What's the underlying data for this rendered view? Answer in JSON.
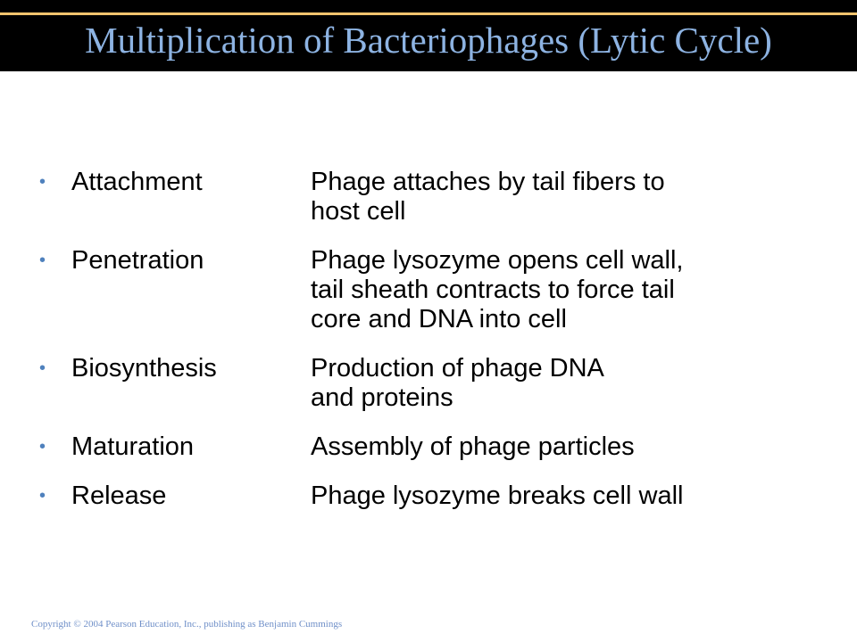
{
  "title": "Multiplication of Bacteriophages (Lytic Cycle)",
  "bullet_char": "•",
  "steps": [
    {
      "term": "Attachment",
      "lines": [
        "Phage attaches by tail fibers to",
        "host cell"
      ]
    },
    {
      "term": "Penetration",
      "lines": [
        "Phage lysozyme opens cell wall,",
        "tail sheath contracts to force tail",
        "core and DNA into cell"
      ]
    },
    {
      "term": "Biosynthesis",
      "lines": [
        "Production of phage DNA",
        "and proteins"
      ]
    },
    {
      "term": "Maturation",
      "lines": [
        "Assembly of phage particles"
      ]
    },
    {
      "term": "Release",
      "lines": [
        "Phage lysozyme breaks cell wall"
      ]
    }
  ],
  "copyright": "Copyright © 2004 Pearson Education, Inc., publishing as Benjamin Cummings",
  "colors": {
    "title_bar": "#000000",
    "title_rule": "#f2c46e",
    "title_text": "#8db3e2",
    "bullet": "#4f81bd",
    "body_text": "#000000",
    "copyright": "#6f8fc8"
  }
}
